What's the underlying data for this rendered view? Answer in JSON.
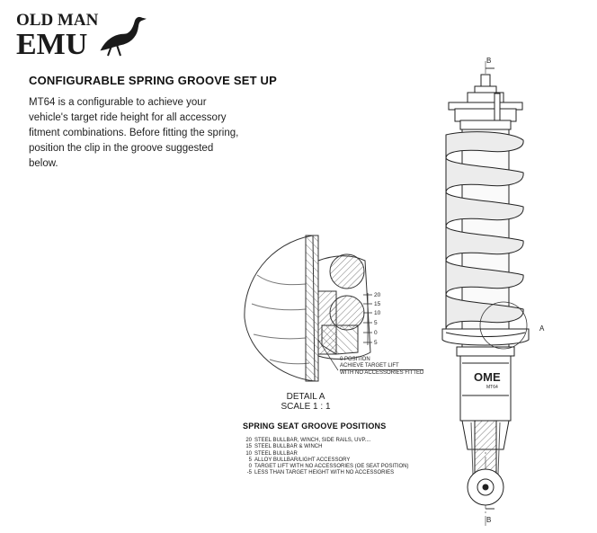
{
  "logo": {
    "line1": "OLD MAN",
    "line2": "EMU"
  },
  "heading": "CONFIGURABLE SPRING GROOVE SET UP",
  "intro": "MT64 is a configurable to achieve your vehicle's target ride height for all accessory fitment combinations. Before fitting the spring, position the clip in the groove suggested below.",
  "section_markers": {
    "top": "B",
    "bottom": "B",
    "detail_ref": "A"
  },
  "detail": {
    "title": "DETAIL A",
    "scale": "SCALE 1 : 1"
  },
  "scale_ticks": [
    "20",
    "15",
    "10",
    "5",
    "0",
    "5"
  ],
  "zero_note": {
    "line1": "0 POSITION",
    "line2": "ACHIEVE TARGET LIFT",
    "line3": "WITH NO ACCESSORIES FITTED"
  },
  "body_label": {
    "brand": "OME",
    "model": "MT64"
  },
  "legend": {
    "title": "SPRING SEAT GROOVE POSITIONS",
    "rows": [
      {
        "pos": "20",
        "desc": "STEEL BULLBAR, WINCH, SIDE RAILS, UVP...."
      },
      {
        "pos": "15",
        "desc": "STEEL BULLBAR & WINCH"
      },
      {
        "pos": "10",
        "desc": "STEEL BULLBAR"
      },
      {
        "pos": "5",
        "desc": "ALLOY BULLBAR/LIGHT ACCESSORY"
      },
      {
        "pos": "0",
        "desc": "TARGET LIFT WITH NO ACCESSORIES (OE SEAT POSITION)"
      },
      {
        "pos": "-5",
        "desc": "LESS THAN TARGET HEIGHT WITH NO ACCESSORIES"
      }
    ]
  },
  "colors": {
    "ink": "#1a1a1a",
    "line": "#333333",
    "spring_fill": "#ececec"
  }
}
